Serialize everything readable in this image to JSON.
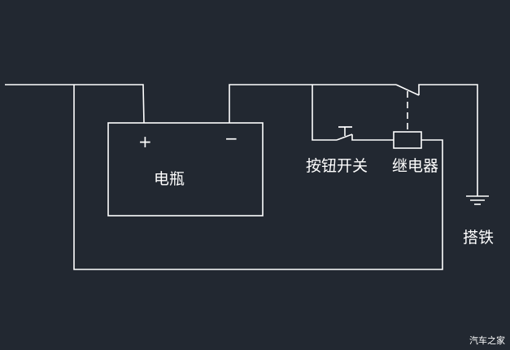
{
  "diagram": {
    "title": "电瓶 / 按钮开关 / 继电器 接线图",
    "colors": {
      "background": "#222831",
      "line": "#ffffff"
    },
    "components": {
      "battery": {
        "label": "电瓶",
        "positive": "+",
        "negative": "−"
      },
      "push_button": {
        "label": "按钮开关"
      },
      "relay": {
        "label": "继电器"
      },
      "ground": {
        "label": "搭铁"
      }
    }
  },
  "watermark": "汽车之家"
}
